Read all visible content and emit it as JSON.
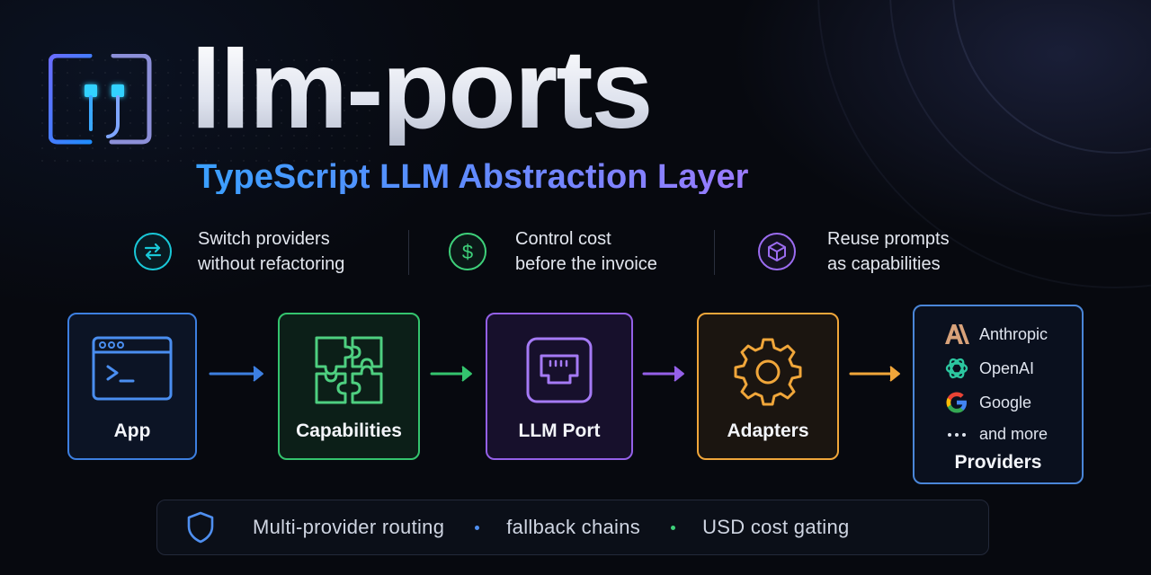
{
  "header": {
    "title": "llm-ports",
    "subtitle": "TypeScript LLM Abstraction Layer"
  },
  "features": [
    {
      "icon": "swap-arrows-icon",
      "line1": "Switch providers",
      "line2": "without refactoring",
      "color": "#19c8d8"
    },
    {
      "icon": "dollar-icon",
      "line1": "Control cost",
      "line2": "before the invoice",
      "color": "#3ed07a"
    },
    {
      "icon": "cube-icon",
      "line1": "Reuse prompts",
      "line2": "as capabilities",
      "color": "#9b6cf0"
    }
  ],
  "pipeline": {
    "nodes": [
      {
        "label": "App",
        "icon": "terminal-window-icon",
        "color": "#3d7fe0"
      },
      {
        "label": "Capabilities",
        "icon": "puzzle-icon",
        "color": "#34c46e"
      },
      {
        "label": "LLM Port",
        "icon": "ethernet-port-icon",
        "color": "#9460e8"
      },
      {
        "label": "Adapters",
        "icon": "gear-icon",
        "color": "#f0a63a"
      }
    ],
    "providers": {
      "title": "Providers",
      "items": [
        {
          "label": "Anthropic",
          "icon": "anthropic-logo-icon"
        },
        {
          "label": "OpenAI",
          "icon": "openai-logo-icon"
        },
        {
          "label": "Google",
          "icon": "google-logo-icon"
        },
        {
          "label": "and more",
          "icon": "ellipsis-icon"
        }
      ]
    }
  },
  "footer": {
    "items": [
      "Multi-provider routing",
      "fallback chains",
      "USD cost gating"
    ],
    "dot_colors": [
      "#4f8ff0",
      "#3ed07a"
    ]
  },
  "colors": {
    "background": "#07090f",
    "providers_border": "#4a86d8"
  }
}
